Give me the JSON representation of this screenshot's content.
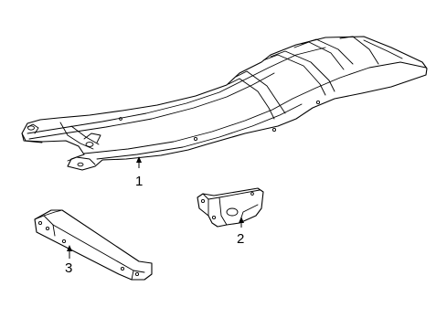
{
  "callouts": {
    "frame": "1",
    "bracket": "2",
    "crossmember": "3"
  }
}
